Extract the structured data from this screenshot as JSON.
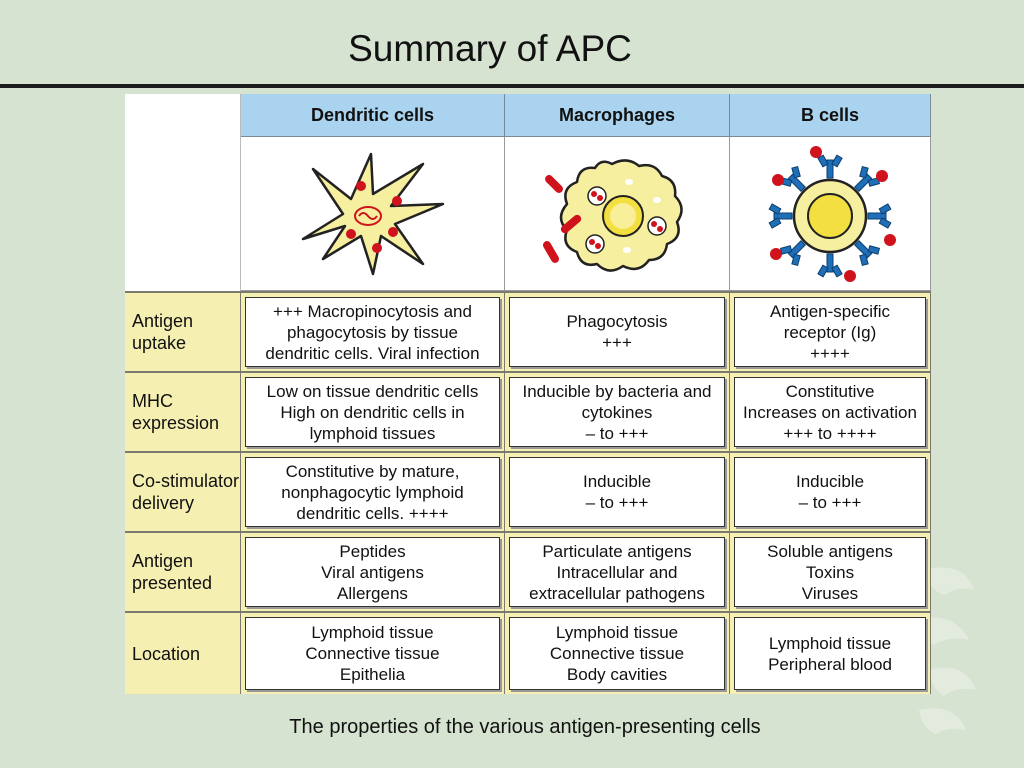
{
  "slide": {
    "title": "Summary of APC",
    "caption": "The properties of the various antigen-presenting cells"
  },
  "table": {
    "columns": [
      "Dendritic cells",
      "Macrophages",
      "B cells"
    ],
    "rows": [
      {
        "label": "Antigen\nuptake",
        "cells": [
          "+++ Macropinocytosis and\nphagocytosis by tissue\ndendritic cells.  Viral infection",
          "Phagocytosis\n+++",
          "Antigen-specific\nreceptor (Ig)\n++++"
        ]
      },
      {
        "label": "MHC\nexpression",
        "cells": [
          "Low on tissue dendritic cells\nHigh on dendritic cells in\nlymphoid tissues",
          "Inducible by bacteria and\ncytokines\n– to +++",
          "Constitutive\nIncreases on activation\n+++ to ++++"
        ]
      },
      {
        "label": "Co-stimulator\ndelivery",
        "cells": [
          "Constitutive by mature,\nnonphagocytic lymphoid\ndendritic cells.   ++++",
          "Inducible\n– to +++",
          "Inducible\n– to +++"
        ]
      },
      {
        "label": "Antigen\npresented",
        "cells": [
          "Peptides\nViral antigens\nAllergens",
          "Particulate antigens\nIntracellular and\nextracellular pathogens",
          "Soluble antigens\nToxins\nViruses"
        ]
      },
      {
        "label": "Location",
        "cells": [
          "Lymphoid tissue\nConnective tissue\nEpithelia",
          "Lymphoid tissue\nConnective tissue\nBody cavities",
          "Lymphoid tissue\nPeripheral blood"
        ]
      }
    ]
  },
  "colors": {
    "header_bg": "#a9d3ee",
    "row_bg": "#f6efb2",
    "cell_yellow": "#f7efa0",
    "antigen_red": "#d0121c",
    "receptor_blue": "#1e6fb8",
    "slide_bg": "#d6e3d1"
  },
  "icons": [
    "dendritic-cell-icon",
    "macrophage-icon",
    "b-cell-icon"
  ]
}
